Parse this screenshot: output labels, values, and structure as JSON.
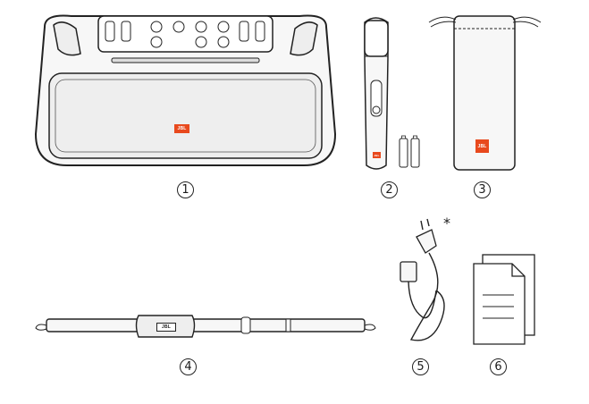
{
  "brand_logo": "JBL",
  "brand_color": "#e8491d",
  "items": [
    {
      "number": "1",
      "name": "speaker"
    },
    {
      "number": "2",
      "name": "microphone-and-batteries"
    },
    {
      "number": "3",
      "name": "pouch"
    },
    {
      "number": "4",
      "name": "shoulder-strap"
    },
    {
      "number": "5",
      "name": "power-cord"
    },
    {
      "number": "6",
      "name": "documents"
    }
  ],
  "power_cord_note": "*"
}
